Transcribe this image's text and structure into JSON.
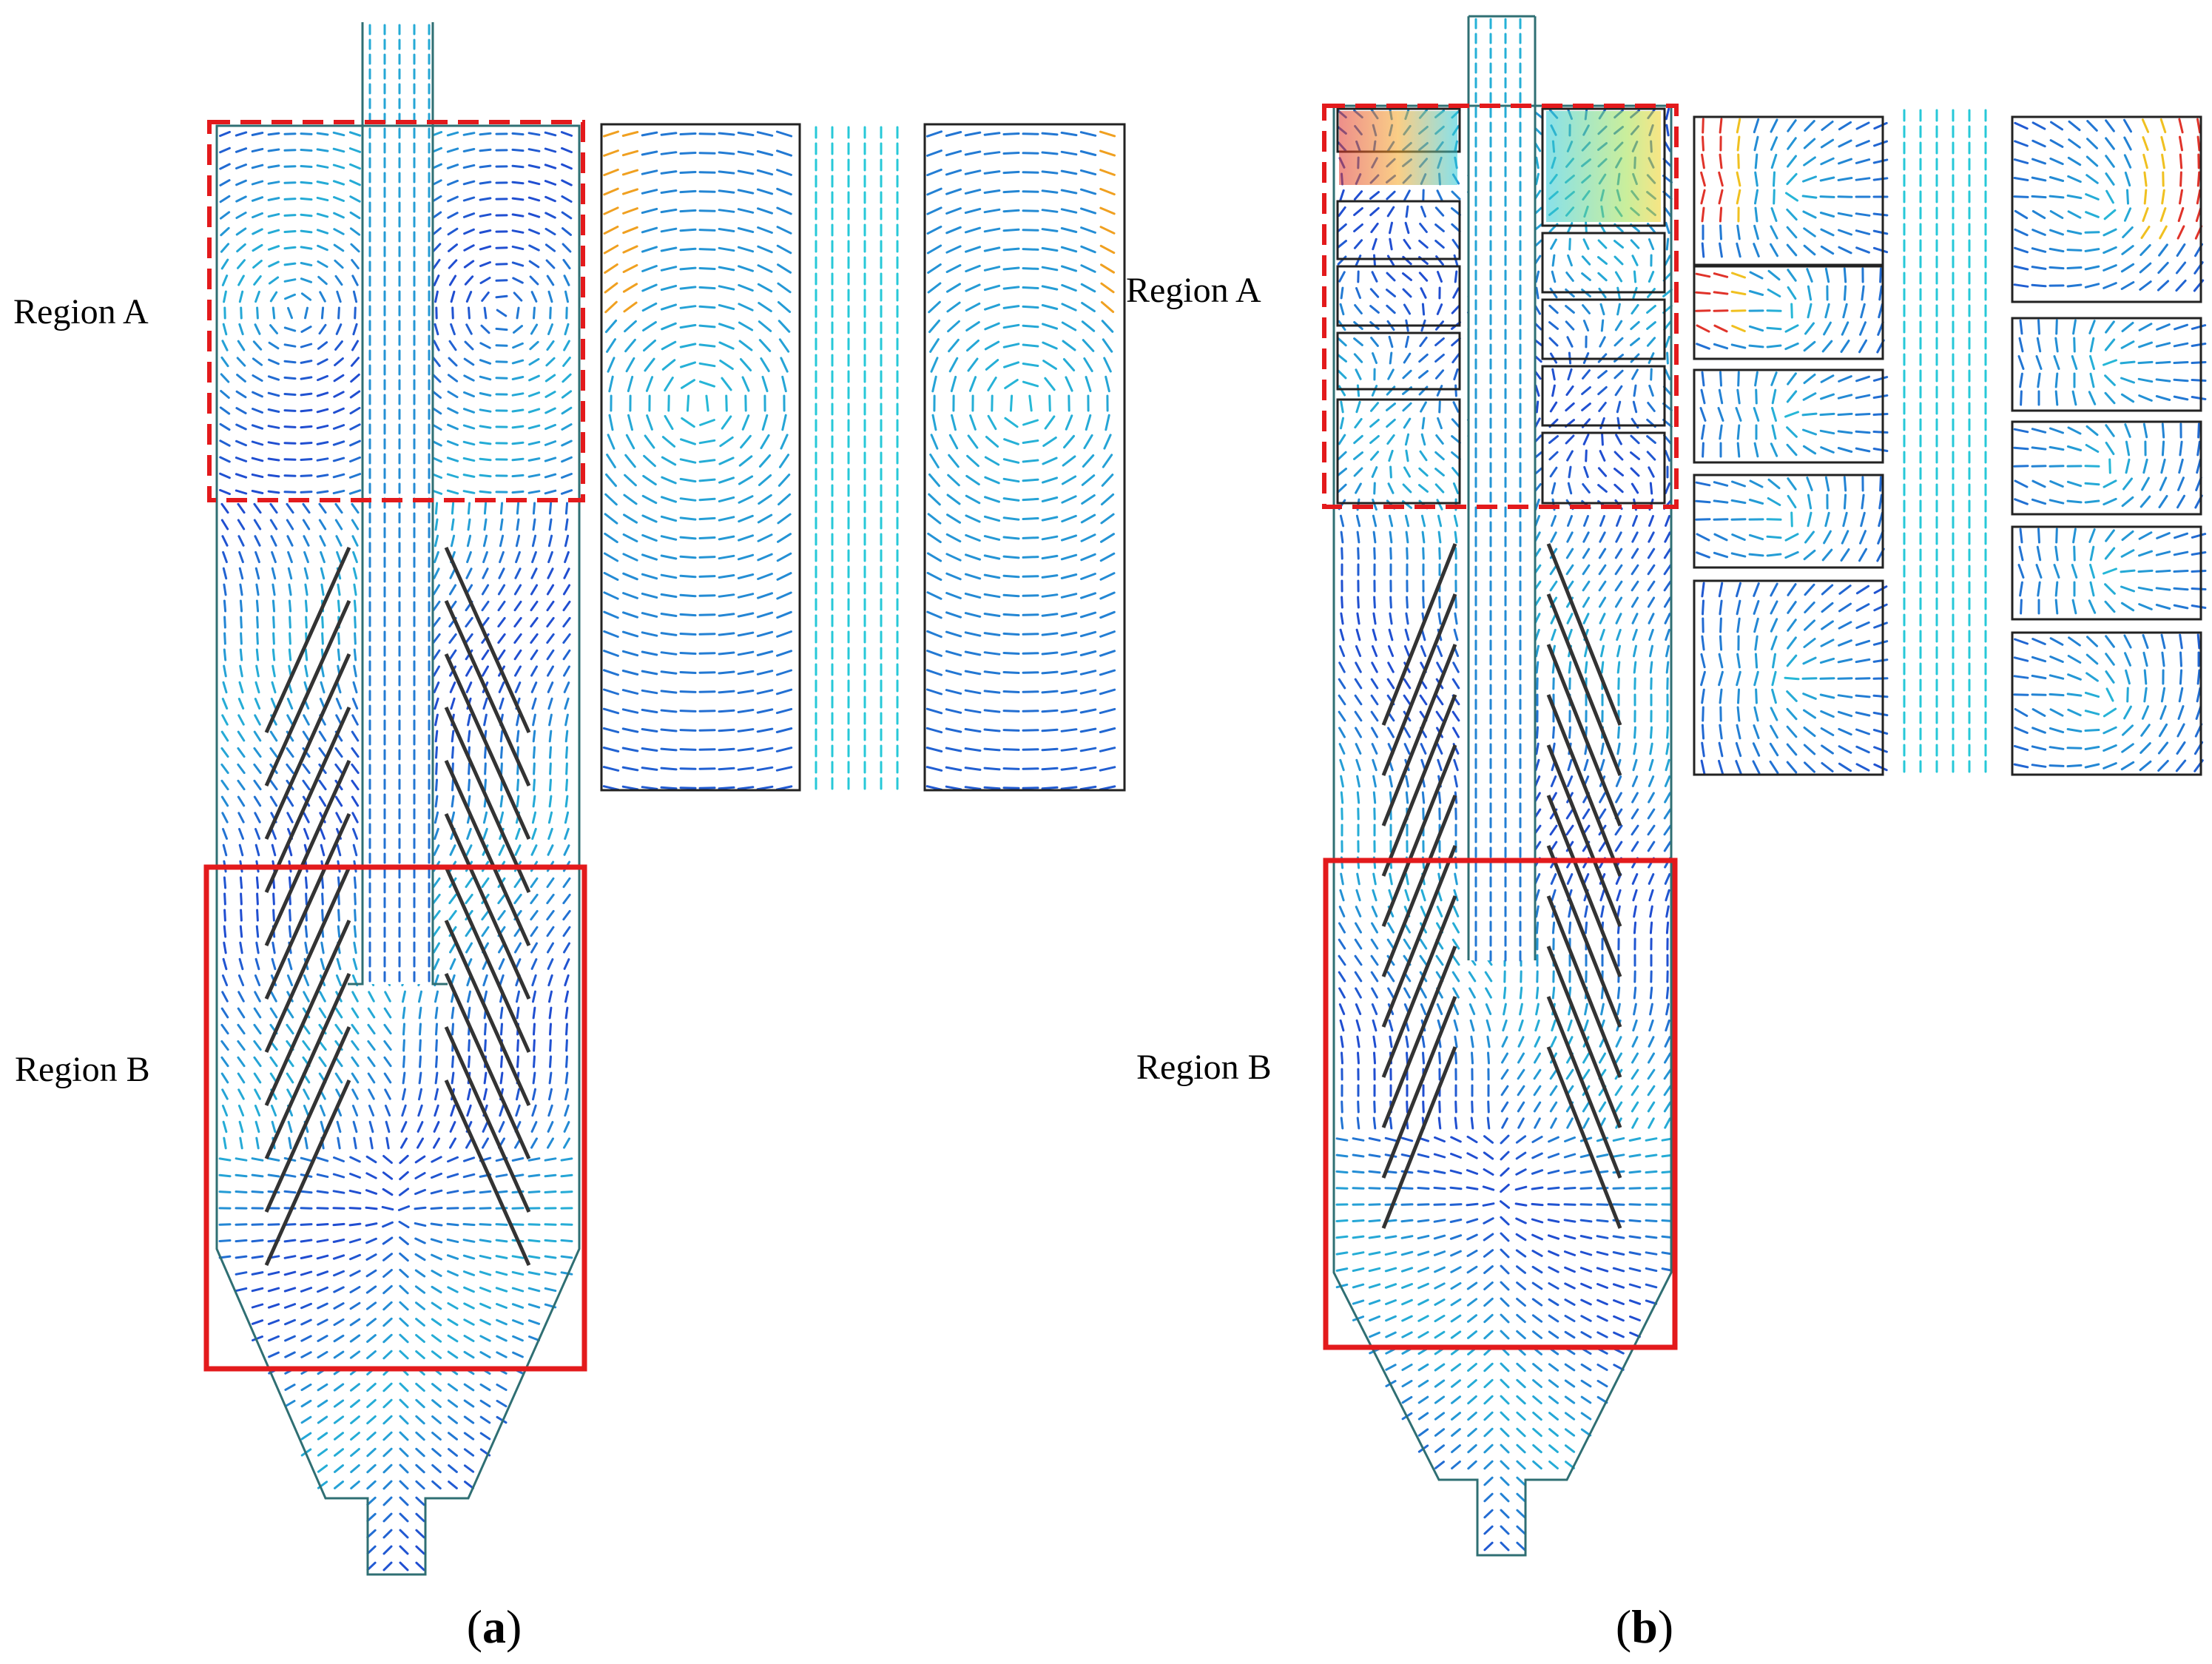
{
  "panels": [
    {
      "id": "a",
      "caption": {
        "open": "(",
        "letter": "a",
        "close": ")"
      },
      "region_a_label": "Region A",
      "region_b_label": "Region B",
      "region_a_compartments": 1
    },
    {
      "id": "b",
      "caption": {
        "open": "(",
        "letter": "b",
        "close": ")"
      },
      "region_a_label": "Region A",
      "region_b_label": "Region B",
      "region_a_compartments": 5
    }
  ],
  "colors": {
    "region_box": "#e31a1c",
    "wall": "#2f6f73",
    "vector_low": "#1f3fd0",
    "vector_mid": "#27c8d8",
    "vector_high": "#e0332a",
    "baffle": "#333333"
  }
}
